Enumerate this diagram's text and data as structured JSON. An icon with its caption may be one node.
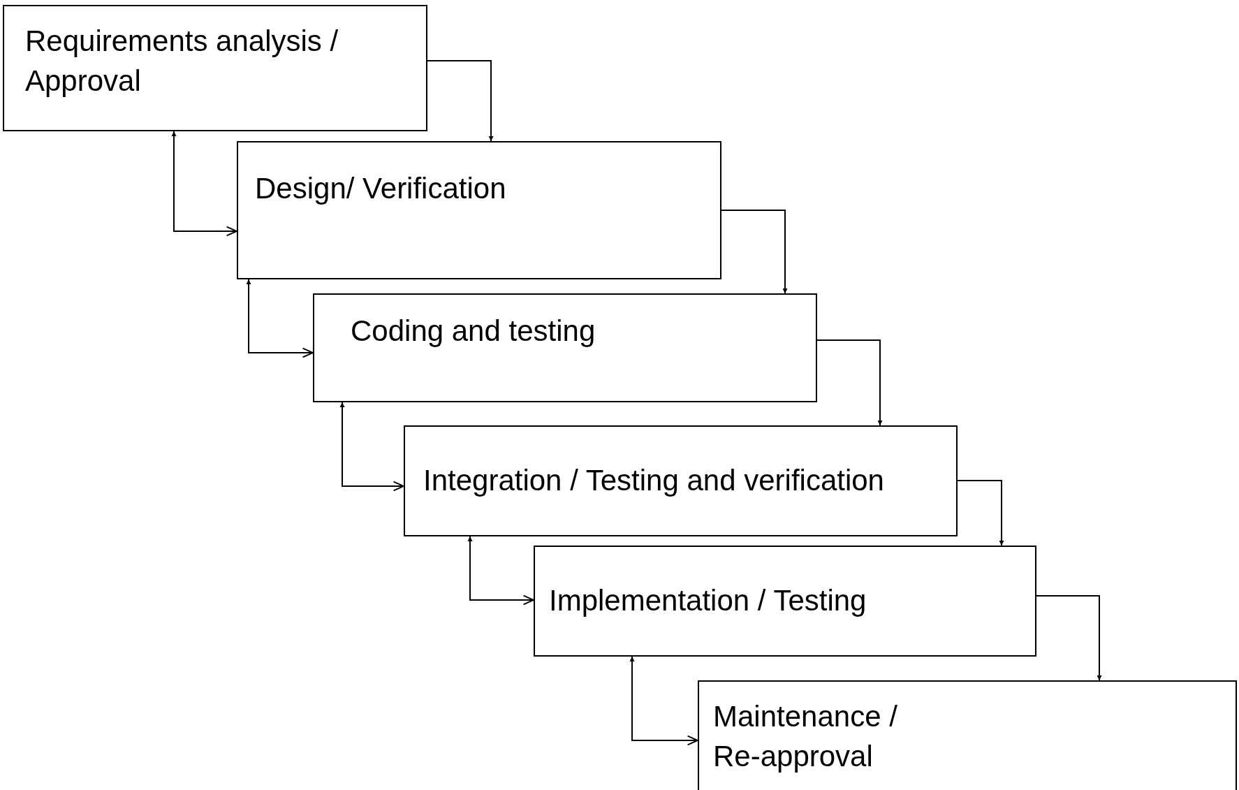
{
  "diagram": {
    "nodes": [
      {
        "text": [
          "Requirements analysis / Approval"
        ]
      },
      {
        "text": [
          "Design/ Verification"
        ]
      },
      {
        "text": [
          "Coding and testing"
        ]
      },
      {
        "text": [
          "Integration / Testing and verification"
        ]
      },
      {
        "text": [
          "Implementation / Testing"
        ]
      },
      {
        "text": [
          "Maintenance / Re-approval"
        ]
      }
    ],
    "edges": [
      {
        "from": 0,
        "to": 1,
        "arrow": "to"
      },
      {
        "from": 0,
        "to": 1,
        "arrow": "both"
      },
      {
        "from": 1,
        "to": 2,
        "arrow": "to"
      },
      {
        "from": 1,
        "to": 2,
        "arrow": "both"
      },
      {
        "from": 2,
        "to": 3,
        "arrow": "to"
      },
      {
        "from": 2,
        "to": 3,
        "arrow": "both"
      },
      {
        "from": 3,
        "to": 4,
        "arrow": "to"
      },
      {
        "from": 3,
        "to": 4,
        "arrow": "both"
      },
      {
        "from": 4,
        "to": 5,
        "arrow": "to"
      },
      {
        "from": 4,
        "to": 5,
        "arrow": "both"
      }
    ]
  }
}
